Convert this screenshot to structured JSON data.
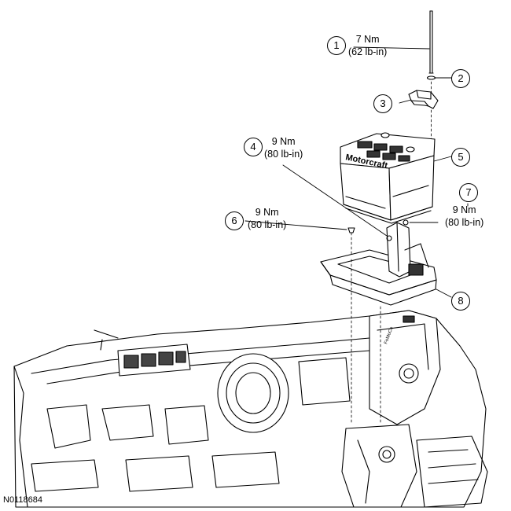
{
  "figure_id": "N0118684",
  "callouts": [
    {
      "number": "1",
      "torque_nm": "7 Nm",
      "torque_lbin": "(62 lb-in)"
    },
    {
      "number": "2"
    },
    {
      "number": "3"
    },
    {
      "number": "4",
      "torque_nm": "9 Nm",
      "torque_lbin": "(80 lb-in)"
    },
    {
      "number": "5"
    },
    {
      "number": "6",
      "torque_nm": "9 Nm",
      "torque_lbin": "(80 lb-in)"
    },
    {
      "number": "7",
      "torque_nm": "9 Nm",
      "torque_lbin": "(80 lb-in)"
    },
    {
      "number": "8"
    }
  ],
  "battery_brand": "Motorcraft",
  "tray_brand": "FoMoCo"
}
